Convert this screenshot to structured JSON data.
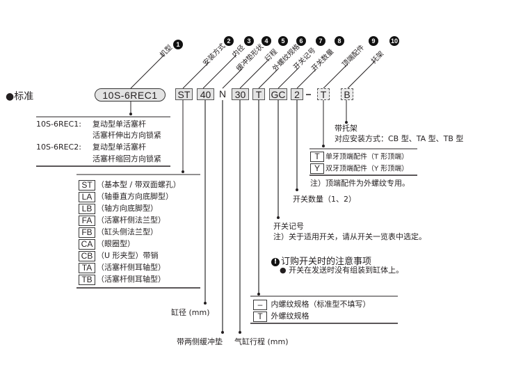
{
  "header": {
    "bullet": "●",
    "title": "标准"
  },
  "code": {
    "model": "10S-6REC1",
    "segments": [
      "ST",
      "40",
      "N",
      "30",
      "T",
      "GC",
      "2",
      "–",
      "T",
      "B"
    ]
  },
  "callouts": [
    {
      "num": "1",
      "label": "机型"
    },
    {
      "num": "2",
      "label": "安装方式"
    },
    {
      "num": "3",
      "label": "内径"
    },
    {
      "num": "4",
      "label": "缓冲垫形状"
    },
    {
      "num": "5",
      "label": "行程"
    },
    {
      "num": "6",
      "label": "外螺纹规格"
    },
    {
      "num": "7",
      "label": "开关记号"
    },
    {
      "num": "8",
      "label": "开关数量"
    },
    {
      "num": "9",
      "label": "顶端配件"
    },
    {
      "num": "10",
      "label": "托架"
    }
  ],
  "model_table": [
    {
      "code": "10S-6REC1:",
      "desc1": "复动型单活塞杆",
      "desc2": "活塞杆伸出方向锁紧"
    },
    {
      "code": "10S-6REC2:",
      "desc1": "复动型单活塞杆",
      "desc2": "活塞杆缩回方向锁紧"
    }
  ],
  "mounting_options": [
    {
      "code": "ST",
      "desc": "（基本型 / 带双面螺孔）"
    },
    {
      "code": "LA",
      "desc": "（轴垂直方向底脚型）"
    },
    {
      "code": "LB",
      "desc": "（轴方向底脚型）"
    },
    {
      "code": "FA",
      "desc": "（活塞杆侧法兰型）"
    },
    {
      "code": "FB",
      "desc": "（缸头侧法兰型）"
    },
    {
      "code": "CA",
      "desc": "（眼圈型）"
    },
    {
      "code": "CB",
      "desc": "（U 形夹型）带销"
    },
    {
      "code": "TA",
      "desc": "（活塞杆侧耳轴型）"
    },
    {
      "code": "TB",
      "desc": "（活塞杆侧耳轴型）"
    }
  ],
  "bore_label": "缸径 (mm)",
  "cushion_label": "带两侧缓冲垫",
  "stroke_label": "气缸行程 (mm)",
  "thread_options": [
    {
      "code": "–",
      "desc": "内螺纹规格（标准型不填写）"
    },
    {
      "code": "T",
      "desc": "外螺纹规格"
    }
  ],
  "switch_symbol": {
    "label": "开关记号",
    "note": "注）关于适用开关，请从开关一览表中选定。"
  },
  "switch_qty_label": "开关数量（1、2）",
  "rod_end_options": [
    {
      "code": "T",
      "desc": "单牙顶端配件（T 形顶端）"
    },
    {
      "code": "Y",
      "desc": "双牙顶端配件（Y 形顶端）"
    }
  ],
  "rod_end_note": "注）顶端配件为外螺纹专用。",
  "bracket": {
    "label": "带托架",
    "note": "对应安装方式：CB 型、TA 型、TB 型"
  },
  "order_notes": {
    "icon": "!",
    "title": "订购开关时的注意事项",
    "items": [
      "● 开关在发送时没有组装到缸体上。"
    ]
  }
}
